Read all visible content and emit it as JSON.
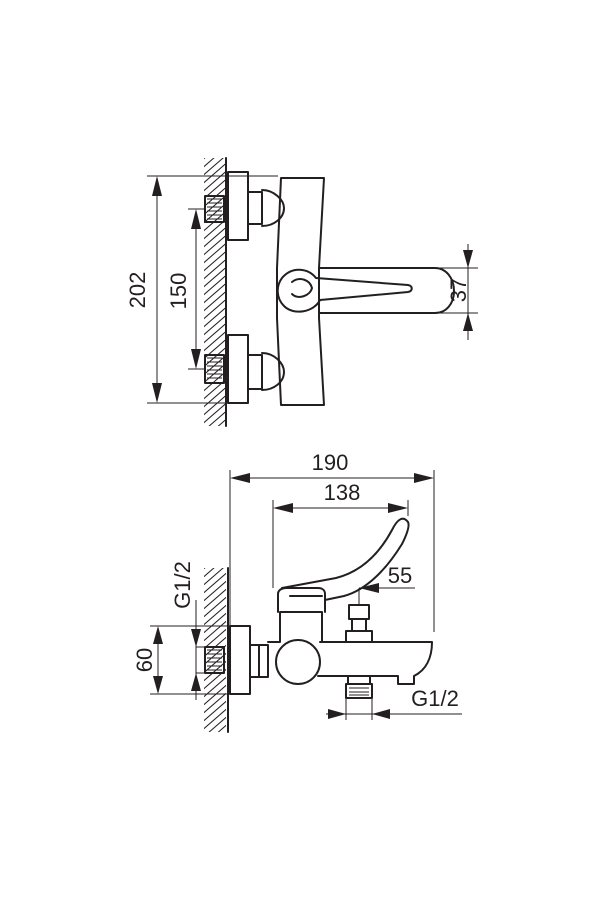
{
  "dimensions": {
    "height_total": "202",
    "height_inlets": "150",
    "spout_height": "37",
    "width_total": "190",
    "width_handle": "138",
    "width_diverter": "55",
    "thread_inlet": "G1/2",
    "depth_inlet": "60",
    "thread_outlet": "G1/2"
  }
}
